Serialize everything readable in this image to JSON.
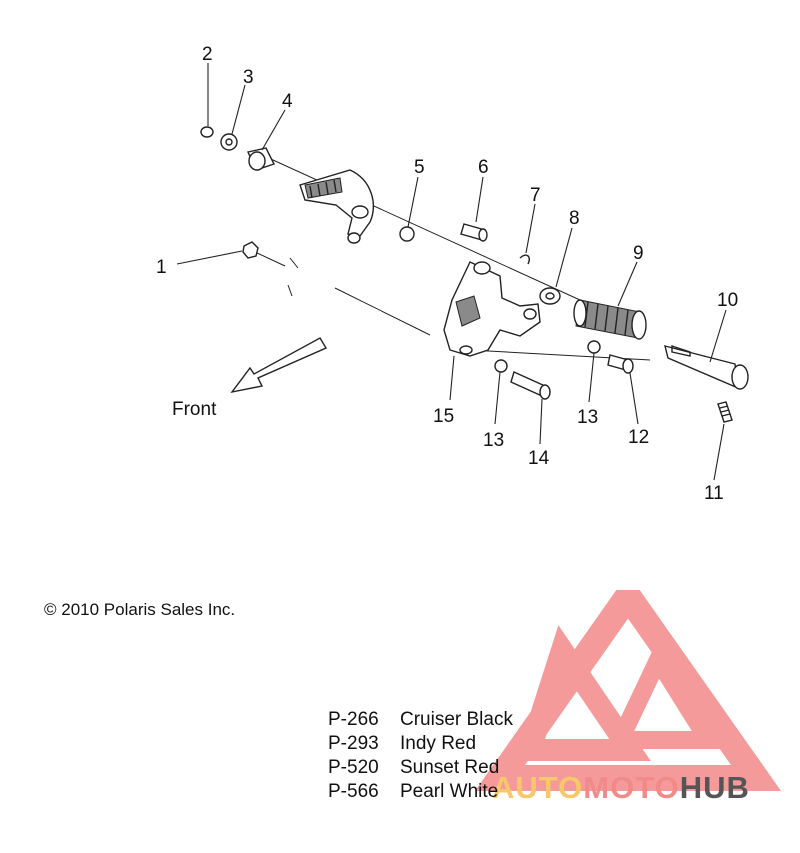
{
  "callouts": [
    "1",
    "2",
    "3",
    "4",
    "5",
    "6",
    "7",
    "8",
    "9",
    "10",
    "11",
    "12",
    "13",
    "13",
    "14",
    "15"
  ],
  "front_label": "Front",
  "copyright": "© 2010 Polaris Sales Inc.",
  "color_options": [
    {
      "code": "P-266",
      "name": "Cruiser Black"
    },
    {
      "code": "P-293",
      "name": "Indy Red"
    },
    {
      "code": "P-520",
      "name": "Sunset Red"
    },
    {
      "code": "P-566",
      "name": "Pearl White"
    }
  ],
  "watermark": {
    "part1": "AUTO",
    "part2": "MOTO",
    "part3": "HUB",
    "colors": {
      "auto": "#f6c86a",
      "moto": "#f28a8a",
      "hub": "#555555",
      "triangle": "#f59a9a"
    }
  }
}
